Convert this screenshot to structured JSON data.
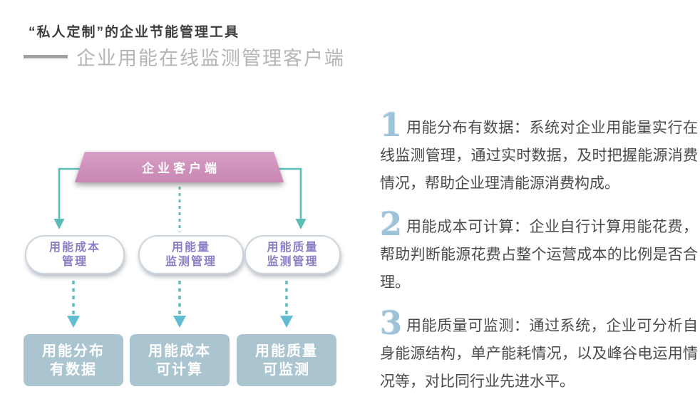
{
  "header": {
    "title": "“私人定制”的企业节能管理工具",
    "subtitle": "企业用能在线监测管理客户端"
  },
  "diagram": {
    "root_label": "企业客户端",
    "mid_nodes": [
      {
        "line1": "用能成本",
        "line2": "管理"
      },
      {
        "line1": "用能量",
        "line2": "监测管理"
      },
      {
        "line1": "用能质量",
        "line2": "监测管理"
      }
    ],
    "leaf_nodes": [
      {
        "line1": "用能分布",
        "line2": "有数据"
      },
      {
        "line1": "用能成本",
        "line2": "可计算"
      },
      {
        "line1": "用能质量",
        "line2": "可监测"
      }
    ]
  },
  "points": [
    {
      "number": "1",
      "text": "用能分布有数据：系统对企业用能量实行在线监测管理，通过实时数据，及时把握能源消费情况，帮助企业理清能源消费构成。"
    },
    {
      "number": "2",
      "text": "用能成本可计算：企业自行计算用能花费，帮助判断能源花费占整个运营成本的比例是否合理。"
    },
    {
      "number": "3",
      "text": "用能质量可监测：通过系统，企业可分析自身能源结构，单产能耗情况，以及峰谷电运用情况等，对比同行业先进水平。"
    }
  ],
  "colors": {
    "banner_pink": "#cf93bd",
    "connector_teal": "#5cbcb6",
    "node_text_purple": "#8a7ec7",
    "leaf_box_blue": "#aac4d0",
    "numeral_blue": "#9cc3d9",
    "title_dark": "#3e3e3e",
    "subtitle_gray": "#b5b5b5",
    "body_text": "#4b4b4b"
  }
}
